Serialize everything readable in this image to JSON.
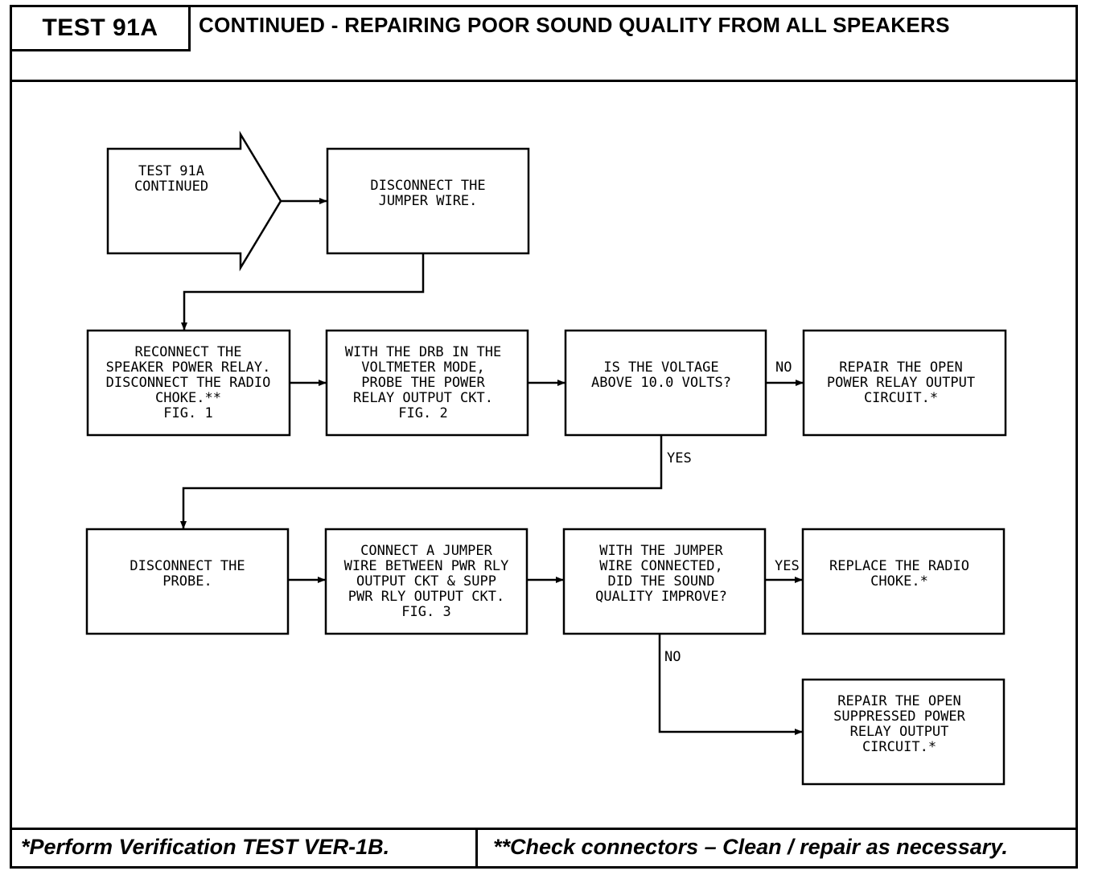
{
  "header": {
    "test_id": "TEST 91A",
    "title": "CONTINUED -  REPAIRING POOR SOUND QUALITY FROM ALL SPEAKERS"
  },
  "flowchart": {
    "start": [
      "TEST 91A",
      "CONTINUED"
    ],
    "disconnect_jumper": [
      "DISCONNECT THE",
      "JUMPER WIRE."
    ],
    "reconnect_relay": [
      "RECONNECT THE",
      "SPEAKER POWER RELAY.",
      "DISCONNECT THE RADIO",
      "CHOKE.**",
      "FIG. 1"
    ],
    "probe_power_relay": [
      "WITH THE DRB IN THE",
      "VOLTMETER MODE,",
      "PROBE THE POWER",
      "RELAY OUTPUT CKT.",
      "FIG. 2"
    ],
    "voltage_question": [
      "IS THE VOLTAGE",
      "ABOVE 10.0 VOLTS?"
    ],
    "repair_open_relay": [
      "REPAIR THE OPEN",
      "POWER RELAY OUTPUT",
      "CIRCUIT.*"
    ],
    "disconnect_probe": [
      "DISCONNECT THE",
      "PROBE."
    ],
    "connect_jumper": [
      "CONNECT A JUMPER",
      "WIRE BETWEEN PWR RLY",
      "OUTPUT CKT & SUPP",
      "PWR RLY OUTPUT CKT.",
      "FIG. 3"
    ],
    "sound_question": [
      "WITH THE JUMPER",
      "WIRE CONNECTED,",
      "DID THE SOUND",
      "QUALITY IMPROVE?"
    ],
    "replace_choke": [
      "REPLACE THE RADIO",
      "CHOKE.*"
    ],
    "repair_suppressed": [
      "REPAIR THE OPEN",
      "SUPPRESSED POWER",
      "RELAY OUTPUT",
      "CIRCUIT.*"
    ],
    "labels": {
      "voltage_no": "NO",
      "voltage_yes": "YES",
      "sound_yes": "YES",
      "sound_no": "NO"
    }
  },
  "footer": {
    "left_note": "*Perform Verification TEST VER-1B.",
    "right_note": "**Check connectors – Clean / repair as necessary."
  }
}
